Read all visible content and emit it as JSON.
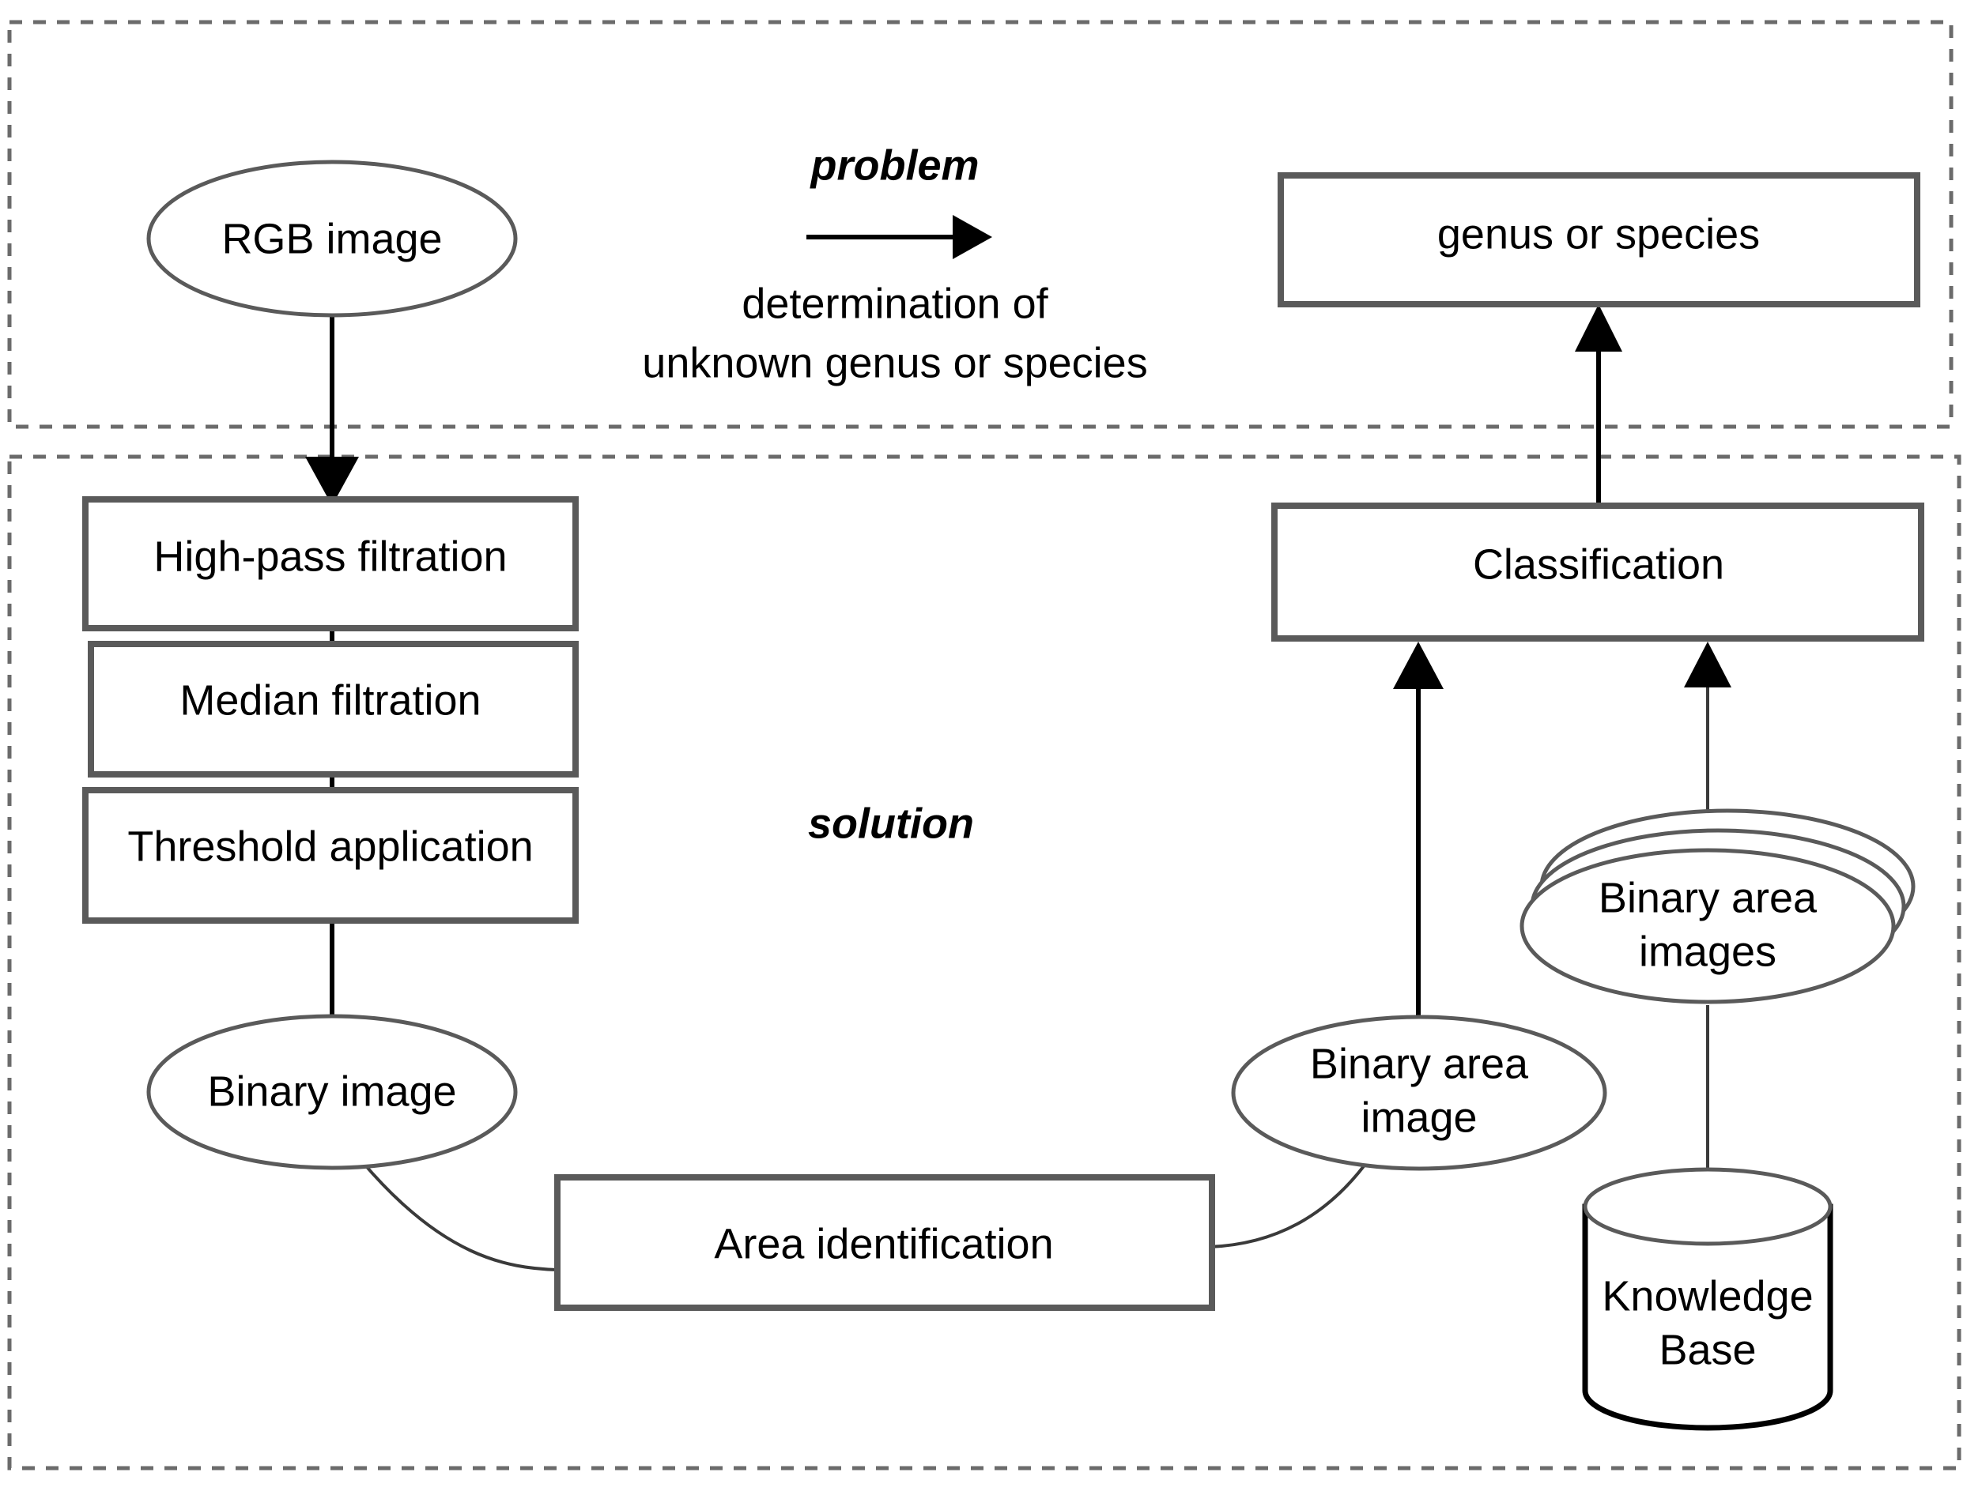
{
  "diagram": {
    "title": "Problem and solution flowchart for genus or species determination",
    "colors": {
      "node_border": "#5a5a5a",
      "connector": "#000000",
      "container_border": "#6b6b6b",
      "background": "#ffffff",
      "text": "#000000"
    },
    "containers": [
      {
        "id": "problem-container",
        "label": "problem",
        "style": "dashed"
      },
      {
        "id": "solution-container",
        "label": "solution",
        "style": "dashed"
      }
    ],
    "annotations": {
      "problem": "problem",
      "problem_description_line1": "determination of",
      "problem_description_line2": "unknown genus or species",
      "solution": "solution"
    },
    "nodes": {
      "rgb_image": {
        "label": "RGB image",
        "shape": "ellipse"
      },
      "genus_or_species": {
        "label": "genus or species",
        "shape": "rectangle"
      },
      "high_pass_filtration": {
        "label": "High-pass filtration",
        "shape": "rectangle"
      },
      "median_filtration": {
        "label": "Median filtration",
        "shape": "rectangle"
      },
      "threshold_application": {
        "label": "Threshold application",
        "shape": "rectangle"
      },
      "binary_image": {
        "label": "Binary image",
        "shape": "ellipse"
      },
      "area_identification": {
        "label": "Area identification",
        "shape": "rectangle"
      },
      "binary_area_image": {
        "label_line1": "Binary area",
        "label_line2": "image",
        "shape": "ellipse"
      },
      "binary_area_images": {
        "label_line1": "Binary area",
        "label_line2": "images",
        "shape": "stacked-ellipse"
      },
      "knowledge_base": {
        "label_line1": "Knowledge",
        "label_line2": "Base",
        "shape": "cylinder"
      },
      "classification": {
        "label": "Classification",
        "shape": "rectangle"
      }
    },
    "edges": [
      {
        "from": "rgb_image",
        "to": "high_pass_filtration",
        "arrow": true
      },
      {
        "from": "high_pass_filtration",
        "to": "median_filtration",
        "arrow": false
      },
      {
        "from": "median_filtration",
        "to": "threshold_application",
        "arrow": false
      },
      {
        "from": "threshold_application",
        "to": "binary_image",
        "arrow": false
      },
      {
        "from": "binary_image",
        "to": "area_identification",
        "arrow": false
      },
      {
        "from": "area_identification",
        "to": "binary_area_image",
        "arrow": false
      },
      {
        "from": "binary_area_image",
        "to": "classification",
        "arrow": true
      },
      {
        "from": "knowledge_base",
        "to": "binary_area_images",
        "arrow": false
      },
      {
        "from": "binary_area_images",
        "to": "classification",
        "arrow": true
      },
      {
        "from": "classification",
        "to": "genus_or_species",
        "arrow": true
      },
      {
        "from": "problem",
        "to": "solution",
        "arrow": true
      }
    ]
  }
}
